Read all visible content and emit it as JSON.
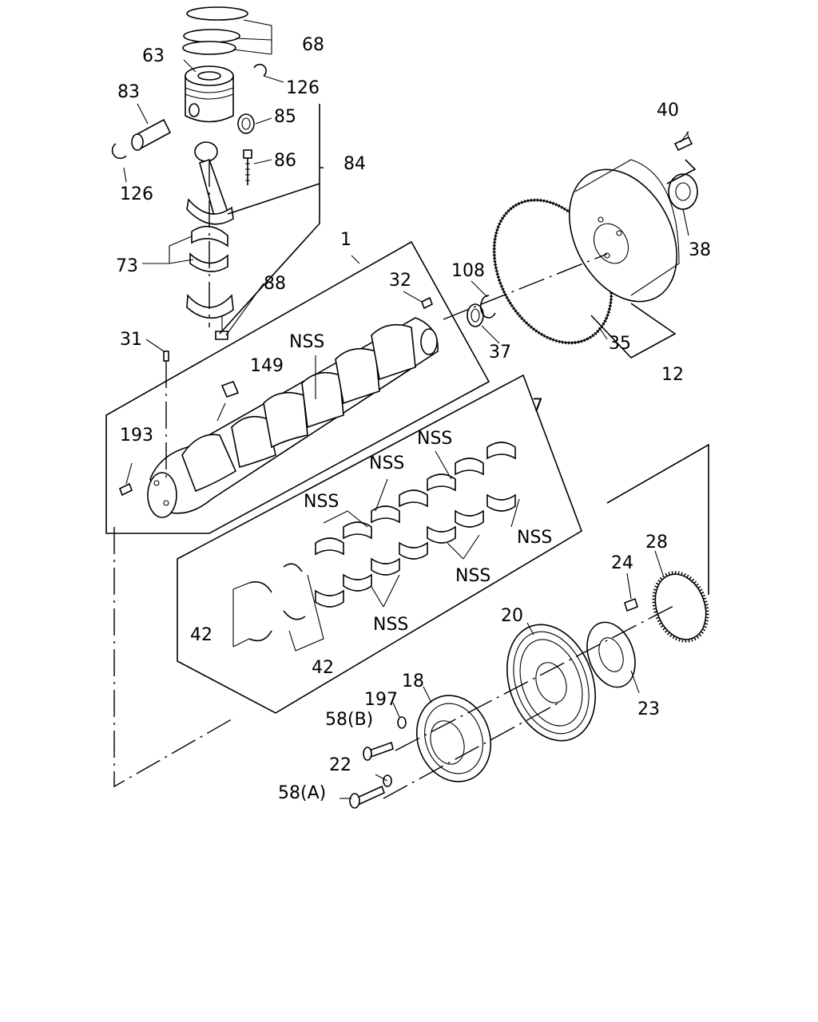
{
  "labels": {
    "l68": "68",
    "l63": "63",
    "l126a": "126",
    "l83": "83",
    "l85": "85",
    "l86": "86",
    "l84": "84",
    "l126b": "126",
    "l73": "73",
    "l88": "88",
    "l1": "1",
    "l31": "31",
    "l149": "149",
    "lnss_top": "NSS",
    "l32": "32",
    "l108": "108",
    "l37": "37",
    "l35": "35",
    "l12": "12",
    "l40": "40",
    "l38": "38",
    "l193": "193",
    "l7": "7",
    "lnss1": "NSS",
    "lnss2": "NSS",
    "lnss3": "NSS",
    "lnss4": "NSS",
    "lnss5": "NSS",
    "lnss6": "NSS",
    "l42a": "42",
    "l42b": "42",
    "l28": "28",
    "l24": "24",
    "l20": "20",
    "l23": "23",
    "l18": "18",
    "l197": "197",
    "l58b": "58(B)",
    "l22": "22",
    "l58a": "58(A)"
  }
}
